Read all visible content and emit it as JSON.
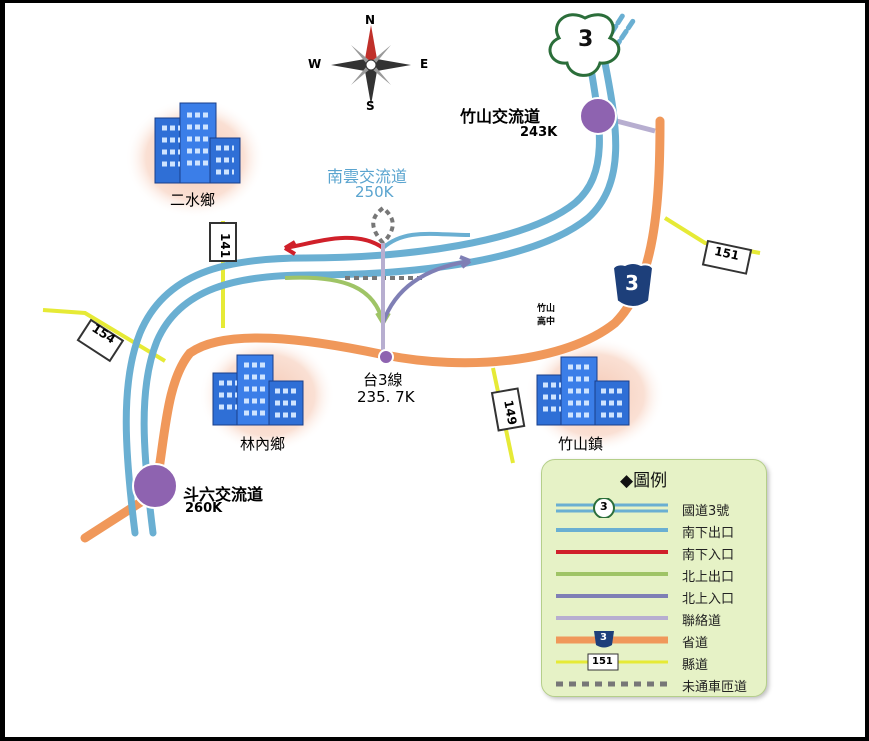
{
  "compass": {
    "n": "N",
    "s": "S",
    "e": "E",
    "w": "W"
  },
  "freeway": {
    "number": "3"
  },
  "interchanges": {
    "zhushan": {
      "name": "竹山交流道",
      "km": "243K"
    },
    "nanyun": {
      "name": "南雲交流道",
      "km": "250K"
    },
    "douliu": {
      "name": "斗六交流道",
      "km": "260K"
    }
  },
  "provincial_road": {
    "name": "台3線",
    "km": "235. 7K",
    "number": "3"
  },
  "county_roads": [
    "141",
    "154",
    "151",
    "149"
  ],
  "places": {
    "ershui": "二水鄉",
    "linnei": "林內鄉",
    "zhushan_town": "竹山鎮",
    "zhushan_school": "竹山\n高中"
  },
  "legend": {
    "title": "◆圖例",
    "items": [
      {
        "label": "國道3號",
        "symbol": "freeway",
        "badge": "3"
      },
      {
        "label": "南下出口",
        "color": "#6aafd2"
      },
      {
        "label": "南下入口",
        "color": "#d0202a"
      },
      {
        "label": "北上出口",
        "color": "#9fc466"
      },
      {
        "label": "北上入口",
        "color": "#7f7fb5"
      },
      {
        "label": "聯絡道",
        "color": "#b7aed0"
      },
      {
        "label": "省道",
        "color": "#f0985a",
        "badge": "3"
      },
      {
        "label": "縣道",
        "color": "#e6ea36",
        "badge": "151"
      },
      {
        "label": "未通車匝道",
        "color": "#777777",
        "dashed": true
      }
    ]
  },
  "colors": {
    "freeway": "#6aafd2",
    "provincial": "#f0985a",
    "county": "#e6ea36",
    "connector": "#b7aed0",
    "interchange": "#8e63b0",
    "shield": "#1d3f7a"
  }
}
